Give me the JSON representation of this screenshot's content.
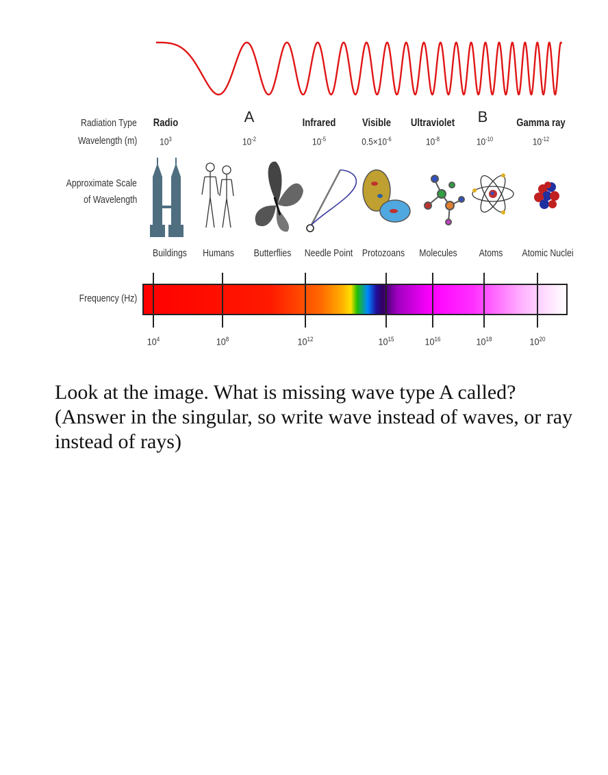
{
  "row_labels": {
    "radiation_type": "Radiation Type",
    "wavelength": "Wavelength (m)",
    "scale_line1": "Approximate Scale",
    "scale_line2": "of Wavelength",
    "frequency": "Frequency (Hz)"
  },
  "categories": [
    {
      "name": "Radio",
      "wavelength_base": "10",
      "wavelength_exp": "3"
    },
    {
      "name": "A",
      "wavelength_base": "10",
      "wavelength_exp": "-2"
    },
    {
      "name": "Infrared",
      "wavelength_base": "10",
      "wavelength_exp": "-5"
    },
    {
      "name": "Visible",
      "wavelength_base": "0.5×10",
      "wavelength_exp": "-6"
    },
    {
      "name": "Ultraviolet",
      "wavelength_base": "10",
      "wavelength_exp": "-8"
    },
    {
      "name": "B",
      "wavelength_base": "10",
      "wavelength_exp": "-10"
    },
    {
      "name": "Gamma ray",
      "wavelength_base": "10",
      "wavelength_exp": "-12"
    }
  ],
  "scale_objects": [
    "Buildings",
    "Humans",
    "Butterflies",
    "Needle Point",
    "Protozoans",
    "Molecules",
    "Atoms",
    "Atomic Nuclei"
  ],
  "frequency_ticks": [
    {
      "base": "10",
      "exp": "4"
    },
    {
      "base": "10",
      "exp": "8"
    },
    {
      "base": "10",
      "exp": "12"
    },
    {
      "base": "10",
      "exp": "15"
    },
    {
      "base": "10",
      "exp": "16"
    },
    {
      "base": "10",
      "exp": "18"
    },
    {
      "base": "10",
      "exp": "20"
    }
  ],
  "colors": {
    "wave": "#e01515",
    "text": "#222222"
  },
  "question": "Look at the image. What is missing wave type A called? (Answer in the singular, so write wave instead of waves, or ray instead of rays)"
}
